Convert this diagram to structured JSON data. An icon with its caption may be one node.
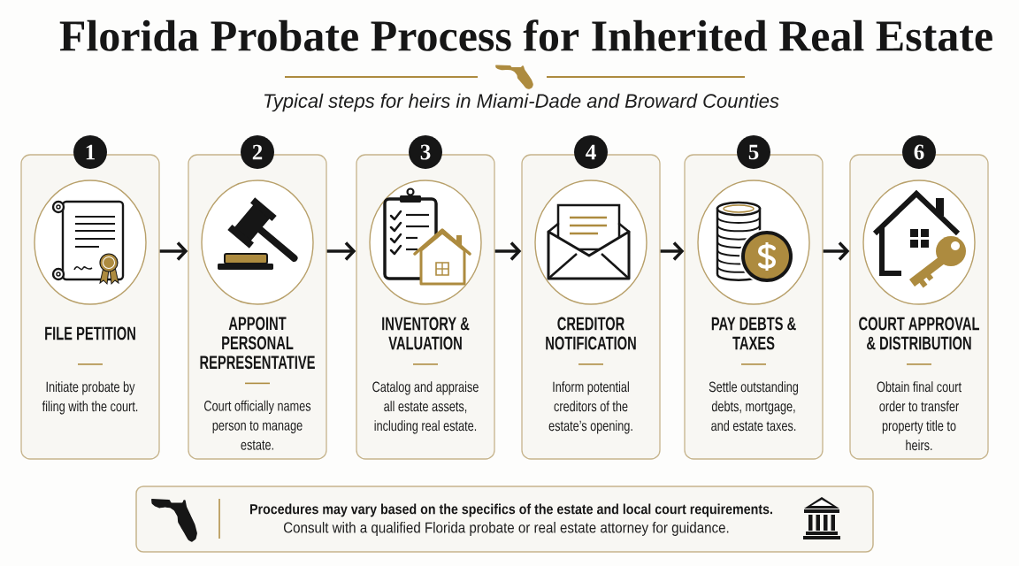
{
  "diagram": {
    "title": "Florida Probate Process for Inherited Real Estate",
    "nodes": [
      {
        "text": [
          "1",
          "FILE PETITION",
          "Initiate probate by filing with the court."
        ]
      },
      {
        "text": [
          "2",
          "APPOINT PERSONAL REPRESENTATIVE",
          "Court officially names person to manage estate."
        ]
      },
      {
        "text": [
          "3",
          "INVENTORY & VALUATION",
          "Catalog and appraise all estate assets, including real estate."
        ]
      },
      {
        "text": [
          "4",
          "CREDITOR NOTIFICATION",
          "Inform potential creditors of the estate’s opening."
        ]
      },
      {
        "text": [
          "5",
          "PAY DEBTS & TAXES",
          "Settle outstanding debts, mortgage, and estate taxes."
        ]
      },
      {
        "text": [
          "6",
          "COURT APPROVAL & DISTRIBUTION",
          "Obtain final court order to transfer property title to heirs."
        ]
      },
      {
        "text": [
          "Procedures may vary based on the specifics of the estate and local court requirements.",
          "Consult with a qualified Florida probate or real estate attorney for guidance."
        ]
      }
    ],
    "edges": [
      {
        "from": 0,
        "to": 1,
        "arrow": "to"
      },
      {
        "from": 1,
        "to": 2,
        "arrow": "to"
      },
      {
        "from": 2,
        "to": 3,
        "arrow": "to"
      },
      {
        "from": 3,
        "to": 4,
        "arrow": "to"
      },
      {
        "from": 4,
        "to": 5,
        "arrow": "to"
      }
    ],
    "labels": [
      "Typical steps for heirs in Miami-Dade and Broward Counties"
    ]
  }
}
